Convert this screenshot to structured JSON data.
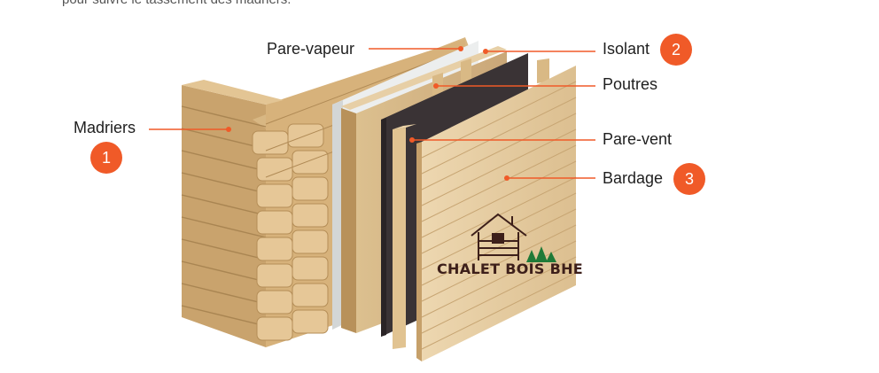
{
  "intro_text": "pour suivre le tassement des madriers.",
  "labels": {
    "madriers": "Madriers",
    "pare_vapeur": "Pare-vapeur",
    "isolant": "Isolant",
    "poutres": "Poutres",
    "pare_vent": "Pare-vent",
    "bardage": "Bardage"
  },
  "badges": {
    "madriers": "1",
    "isolant": "2",
    "bardage": "3"
  },
  "logo": {
    "text": "CHALET BOIS BHE"
  },
  "colors": {
    "accent": "#f05a28",
    "wood_light": "#e7c99a",
    "wood_mid": "#d4b07a",
    "wood_dark": "#b8915a",
    "membrane_dark": "#3a3335",
    "vapour_barrier": "#eceeee",
    "insulation": "#d9b98a"
  }
}
